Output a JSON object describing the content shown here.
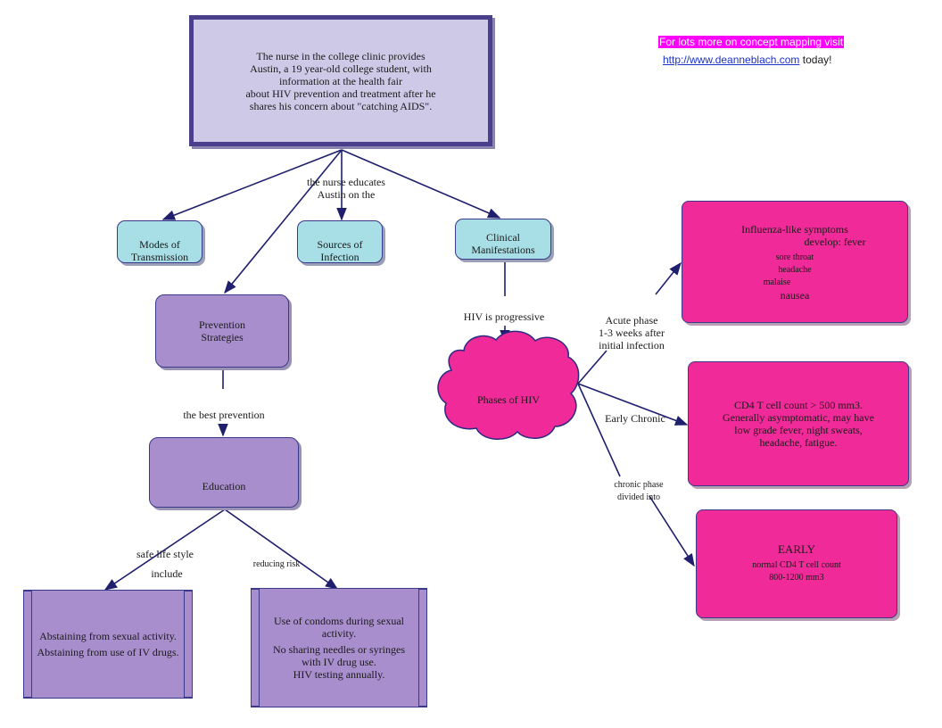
{
  "promo": {
    "line1": "For lots more on concept mapping visit",
    "url": "http://www.deanneblach.com",
    "suffix": " today!"
  },
  "nodes": {
    "root": [
      "The nurse in the college clinic provides",
      "Austin, a 19 year-old college student, with",
      "information at the health fair",
      "about HIV prevention and treatment after he",
      "shares his concern about \"catching AIDS\"."
    ],
    "modes": [
      "Modes of",
      "Transmission"
    ],
    "sources": [
      "Sources of",
      "Infection"
    ],
    "clinical": [
      "Clinical",
      "Manifestations"
    ],
    "prevention": [
      "Prevention",
      "Strategies"
    ],
    "education": [
      "Education"
    ],
    "abstain": [
      "Abstaining from sexual activity.",
      "Abstaining from use of IV drugs."
    ],
    "condoms": [
      "Use of condoms during sexual activity.",
      "No sharing needles or syringes",
      "with IV drug use.",
      "HIV testing annually."
    ],
    "phases": [
      "Phases of HIV"
    ],
    "acute": [
      "Influenza-like symptoms",
      "develop: fever",
      "sore throat",
      "headache",
      "malaise",
      "nausea"
    ],
    "chronic": [
      "CD4 T cell count > 500 mm3.",
      "Generally asymptomatic, may have",
      "low grade fever, night sweats,",
      "headache, fatigue."
    ],
    "early_title": "EARLY",
    "early": [
      "normal CD4 T cell count",
      "800-1200 mm3"
    ]
  },
  "links": {
    "educates": [
      "the nurse educates",
      "Austin on the"
    ],
    "best": "the best prevention",
    "safe": "safe life style",
    "include": "include",
    "reducing": "reducing risk",
    "progressive": "HIV is progressive",
    "acute": [
      "Acute phase",
      "1-3 weeks after",
      "initial infection"
    ],
    "early_chronic": "Early Chronic",
    "chronic_phase": [
      "chronic phase",
      "divided into"
    ]
  }
}
